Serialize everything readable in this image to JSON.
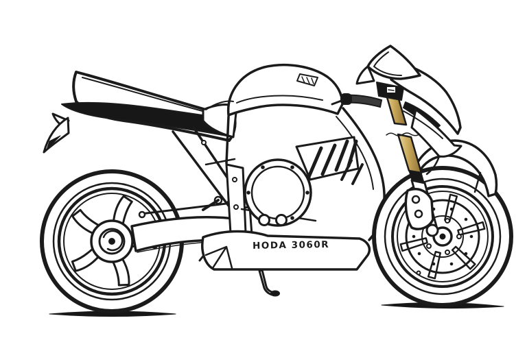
{
  "scene": {
    "description": "Black-and-white coloring-book line drawing of a sport motorcycle in right-facing side view, with gold front fork tubes and black filled accents (seat shadow, headlight slit, handlebar cluster)."
  },
  "decals": {
    "fairing_text": "HODA 3060R",
    "tank_decal": "illegible-logo",
    "cowl_decal": "illegible-script"
  },
  "colors": {
    "bg": "#ffffff",
    "line": "#1b1b1b",
    "fill-black": "#171717",
    "gold": "#c9a85a",
    "gold-light": "#e9d99f",
    "gold-dark": "#8d6f33"
  }
}
